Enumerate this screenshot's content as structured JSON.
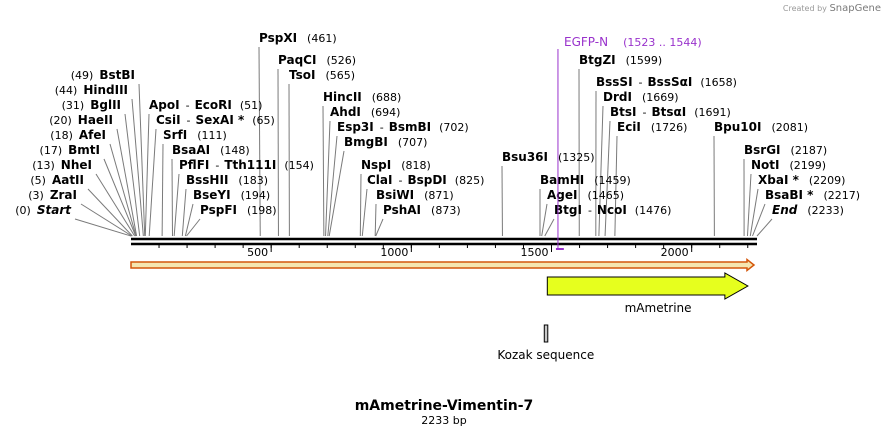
{
  "credit": {
    "prefix": "Created by",
    "brand": "SnapGene"
  },
  "sequence": {
    "name": "mAmetrine-Vimentin-7",
    "length_label": "2233 bp",
    "length": 2233
  },
  "ruler": {
    "ticks": [
      "500",
      "1000",
      "1500",
      "2000"
    ]
  },
  "sites": [
    {
      "name": "Start",
      "pos": "(0)",
      "bp": 0,
      "side": "left",
      "italic": true
    },
    {
      "name": "ZraI",
      "pos": "(3)",
      "bp": 3,
      "side": "left"
    },
    {
      "name": "AatII",
      "pos": "(5)",
      "bp": 5,
      "side": "left"
    },
    {
      "name": "NheI",
      "pos": "(13)",
      "bp": 13,
      "side": "left"
    },
    {
      "name": "BmtI",
      "pos": "(17)",
      "bp": 17,
      "side": "left"
    },
    {
      "name": "AfeI",
      "pos": "(18)",
      "bp": 18,
      "side": "left"
    },
    {
      "name": "HaeII",
      "pos": "(20)",
      "bp": 20,
      "side": "left"
    },
    {
      "name": "BglII",
      "pos": "(31)",
      "bp": 31,
      "side": "left"
    },
    {
      "name": "HindIII",
      "pos": "(44)",
      "bp": 44,
      "side": "left"
    },
    {
      "name": "BstBI",
      "pos": "(49)",
      "bp": 49,
      "side": "left"
    },
    {
      "name": "ApoI",
      "name2": "EcoRI",
      "pos": "(51)",
      "bp": 51,
      "side": "right"
    },
    {
      "name": "CsiI",
      "name2": "SexAI *",
      "pos": "(65)",
      "bp": 65,
      "side": "right"
    },
    {
      "name": "SrfI",
      "pos": "(111)",
      "bp": 111,
      "side": "right"
    },
    {
      "name": "BsaAI",
      "pos": "(148)",
      "bp": 148,
      "side": "right"
    },
    {
      "name": "PflFI",
      "name2": "Tth111I",
      "pos": "(154)",
      "bp": 154,
      "side": "right"
    },
    {
      "name": "BssHII",
      "pos": "(183)",
      "bp": 183,
      "side": "right"
    },
    {
      "name": "BseYI",
      "pos": "(194)",
      "bp": 194,
      "side": "right"
    },
    {
      "name": "PspFI",
      "pos": "(198)",
      "bp": 198,
      "side": "right"
    },
    {
      "name": "PspXI",
      "pos": "(461)",
      "bp": 461,
      "side": "right"
    },
    {
      "name": "PaqCI",
      "pos": "(526)",
      "bp": 526,
      "side": "right"
    },
    {
      "name": "TsoI",
      "pos": "(565)",
      "bp": 565,
      "side": "right"
    },
    {
      "name": "HincII",
      "pos": "(688)",
      "bp": 688,
      "side": "right"
    },
    {
      "name": "AhdI",
      "pos": "(694)",
      "bp": 694,
      "side": "right"
    },
    {
      "name": "Esp3I",
      "name2": "BsmBI",
      "pos": "(702)",
      "bp": 702,
      "side": "right"
    },
    {
      "name": "BmgBI",
      "pos": "(707)",
      "bp": 707,
      "side": "right"
    },
    {
      "name": "NspI",
      "pos": "(818)",
      "bp": 818,
      "side": "right"
    },
    {
      "name": "ClaI",
      "name2": "BspDI",
      "pos": "(825)",
      "bp": 825,
      "side": "right"
    },
    {
      "name": "BsiWI",
      "pos": "(871)",
      "bp": 871,
      "side": "right"
    },
    {
      "name": "PshAI",
      "pos": "(873)",
      "bp": 873,
      "side": "right"
    },
    {
      "name": "Bsu36I",
      "pos": "(1325)",
      "bp": 1325,
      "side": "right"
    },
    {
      "name": "BamHI",
      "pos": "(1459)",
      "bp": 1459,
      "side": "right"
    },
    {
      "name": "AgeI",
      "pos": "(1465)",
      "bp": 1465,
      "side": "right"
    },
    {
      "name": "BtgI",
      "name2": "NcoI",
      "pos": "(1476)",
      "bp": 1476,
      "side": "right"
    },
    {
      "name": "BtgZI",
      "pos": "(1599)",
      "bp": 1599,
      "side": "right"
    },
    {
      "name": "BssSI",
      "name2": "BssSαI",
      "pos": "(1658)",
      "bp": 1658,
      "side": "right"
    },
    {
      "name": "DrdI",
      "pos": "(1669)",
      "bp": 1669,
      "side": "right"
    },
    {
      "name": "BtsI",
      "name2": "BtsαI",
      "pos": "(1691)",
      "bp": 1691,
      "side": "right"
    },
    {
      "name": "EciI",
      "pos": "(1726)",
      "bp": 1726,
      "side": "right"
    },
    {
      "name": "Bpu10I",
      "pos": "(2081)",
      "bp": 2081,
      "side": "right"
    },
    {
      "name": "BsrGI",
      "pos": "(2187)",
      "bp": 2187,
      "side": "right"
    },
    {
      "name": "NotI",
      "pos": "(2199)",
      "bp": 2199,
      "side": "right"
    },
    {
      "name": "XbaI *",
      "pos": "(2209)",
      "bp": 2209,
      "side": "right"
    },
    {
      "name": "BsaBI *",
      "pos": "(2217)",
      "bp": 2217,
      "side": "right"
    },
    {
      "name": "End",
      "pos": "(2233)",
      "bp": 2233,
      "side": "right",
      "italic": true
    }
  ],
  "primer": {
    "name": "EGFP-N",
    "range": "(1523 .. 1544)",
    "start": 1523,
    "end": 1544,
    "color": "#9932cc"
  },
  "features": {
    "orf": {
      "start": 0,
      "end": 2233,
      "fill": "#f5e6b0",
      "stroke": "#d4560a"
    },
    "mametrine": {
      "name": "mAmetrine",
      "start": 1485,
      "end": 2204,
      "fill": "#e6ff1e",
      "stroke": "#000000"
    },
    "kozak": {
      "name": "Kozak sequence",
      "start": 1476,
      "end": 1485,
      "fill": "#c8c8c8"
    }
  }
}
